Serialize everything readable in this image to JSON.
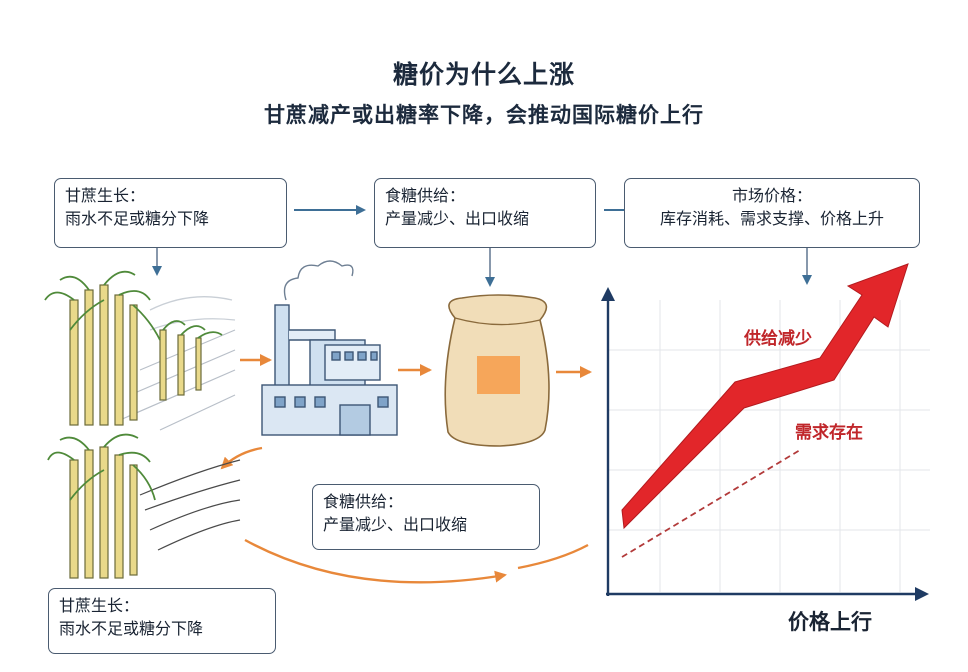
{
  "header": {
    "title": "糖价为什么上涨",
    "subtitle": "甘蔗减产或出糖率下降，会推动国际糖价上行"
  },
  "boxes": {
    "cane_top": {
      "title": "甘蔗生长：",
      "text": "雨水不足或糖分下降"
    },
    "supply_top": {
      "title": "食糖供给：",
      "text": "产量减少、出口收缩"
    },
    "market": {
      "title": "市场价格：",
      "text": "库存消耗、需求支撑、价格上升"
    },
    "supply_mid": {
      "title": "食糖供给：",
      "text": "产量减少、出口收缩"
    },
    "cane_bottom": {
      "title": "甘蔗生长：",
      "text": "雨水不足或糖分下降"
    }
  },
  "chart": {
    "supply_label": "供给减少",
    "demand_label": "需求存在",
    "x_axis_label": "价格上行"
  },
  "colors": {
    "flow_arrow": "#e8883a",
    "connector": "#3e6f96",
    "price_arrow": "#e2262a",
    "demand_line": "#b23a3a",
    "label_red": "#c0262a",
    "box_border": "#4a5b70",
    "sugar_bag": "#f1ddb8",
    "bag_patch": "#f6a65a",
    "factory": "#cfe0f0",
    "cane": "#e9d98a",
    "leaf": "#4f8a3a"
  }
}
